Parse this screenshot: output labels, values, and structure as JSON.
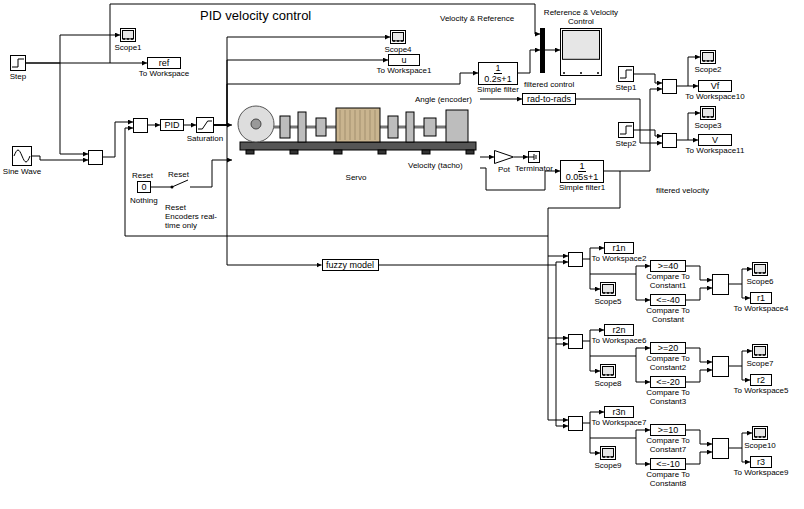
{
  "diagram": {
    "title": "PID velocity control",
    "nodes": [
      {
        "text": [
          "Step"
        ]
      },
      {
        "text": [
          "Sine Wave"
        ]
      },
      {
        "text": [
          "Scope1"
        ]
      },
      {
        "text": [
          "ref",
          "To Workspace"
        ]
      },
      {
        "text": [
          "PID"
        ]
      },
      {
        "text": [
          "Saturation"
        ]
      },
      {
        "text": [
          "0"
        ]
      },
      {
        "text": [
          "Servo"
        ]
      },
      {
        "text": [
          "Scope4"
        ]
      },
      {
        "text": [
          "u",
          "To Workspace1"
        ]
      },
      {
        "text": [
          "1",
          "0.2s+1",
          "Simple filter"
        ]
      },
      {
        "text": [
          "rad-to-rads"
        ]
      },
      {
        "text": [
          "Pot"
        ]
      },
      {
        "text": [
          "Terminator"
        ]
      },
      {
        "text": [
          "1",
          "0.05s+1",
          "Simple filter1"
        ]
      },
      {
        "text": [
          "Reference & Velocity Control"
        ]
      },
      {
        "text": [
          "Step1"
        ]
      },
      {
        "text": [
          "Step2"
        ]
      },
      {
        "text": [
          "Scope2"
        ]
      },
      {
        "text": [
          "Vf",
          "To Workspace10"
        ]
      },
      {
        "text": [
          "Scope3"
        ]
      },
      {
        "text": [
          "V",
          "To Workspace11"
        ]
      },
      {
        "text": [
          "fuzzy model"
        ]
      },
      {
        "text": [
          "r1n",
          "To Workspace2"
        ]
      },
      {
        "text": [
          "Scope5"
        ]
      },
      {
        "text": [
          ">=40",
          "Compare To Constant1"
        ]
      },
      {
        "text": [
          "<=-40",
          "Compare To Constant"
        ]
      },
      {
        "text": [
          "Scope6"
        ]
      },
      {
        "text": [
          "r1",
          "To Workspace4"
        ]
      },
      {
        "text": [
          "r2n",
          "To Workspace6"
        ]
      },
      {
        "text": [
          "Scope8"
        ]
      },
      {
        "text": [
          ">=20",
          "Compare To Constant2"
        ]
      },
      {
        "text": [
          "<=-20",
          "Compare To Constant3"
        ]
      },
      {
        "text": [
          "Scope7"
        ]
      },
      {
        "text": [
          "r2",
          "To Workspace5"
        ]
      },
      {
        "text": [
          "r3n",
          "To Workspace7"
        ]
      },
      {
        "text": [
          "Scope9"
        ]
      },
      {
        "text": [
          ">=10",
          "Compare To Constant7"
        ]
      },
      {
        "text": [
          "<=-10",
          "Compare To Constant8"
        ]
      },
      {
        "text": [
          "Scope10"
        ]
      },
      {
        "text": [
          "r3",
          "To Workspace9"
        ]
      }
    ],
    "edges": [
      {
        "from": 0,
        "to": 2,
        "arrow": "to"
      },
      {
        "from": 0,
        "to": 3,
        "arrow": "to"
      },
      {
        "from": 4,
        "to": 5,
        "arrow": "to"
      },
      {
        "from": 5,
        "to": 7,
        "arrow": "to"
      },
      {
        "from": 5,
        "to": 8,
        "arrow": "to"
      },
      {
        "from": 5,
        "to": 9,
        "arrow": "to"
      },
      {
        "from": 5,
        "to": 10,
        "arrow": "to"
      },
      {
        "from": 5,
        "to": 22,
        "arrow": "to"
      },
      {
        "from": 7,
        "to": 11,
        "arrow": "to"
      },
      {
        "from": 7,
        "to": 12,
        "arrow": "to"
      },
      {
        "from": 12,
        "to": 13,
        "arrow": "to"
      },
      {
        "from": 7,
        "to": 14,
        "arrow": "to"
      }
    ],
    "labels": [
      "Reset",
      "Nothing",
      "Reset",
      "Reset Encoders real-time only",
      "Angle (encoder)",
      "Velocity (tacho)",
      "filtered control",
      "filtered velocity",
      "Velocity & Reference"
    ]
  }
}
